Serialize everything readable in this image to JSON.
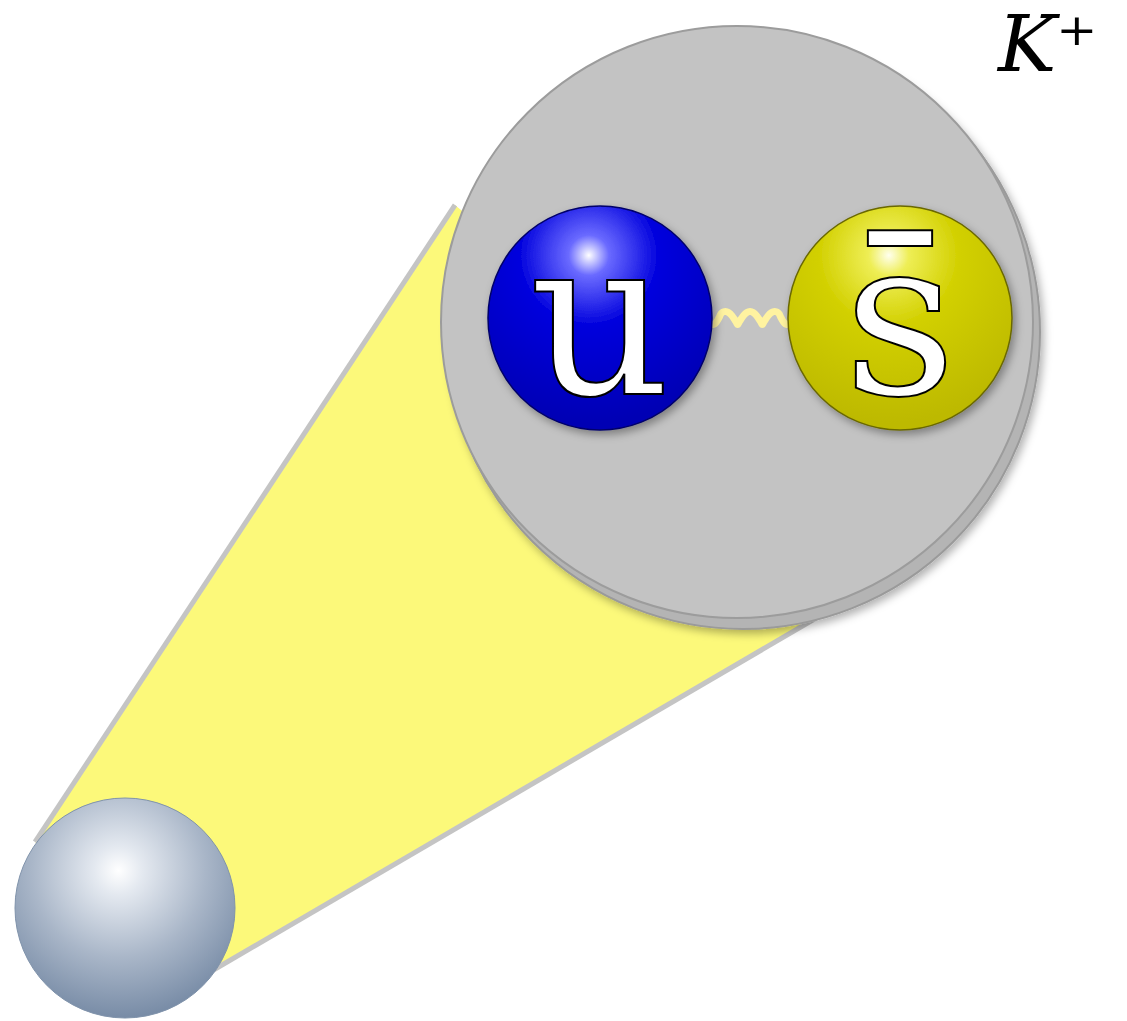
{
  "diagram": {
    "nodes": [
      {
        "text": [
          "K⁺"
        ]
      },
      {
        "text": [
          "u"
        ],
        "in": 0
      },
      {
        "text": [
          "s̄"
        ],
        "in": 0
      }
    ],
    "edges": [
      {
        "from": 1,
        "to": 2,
        "arrow": "none"
      }
    ]
  }
}
